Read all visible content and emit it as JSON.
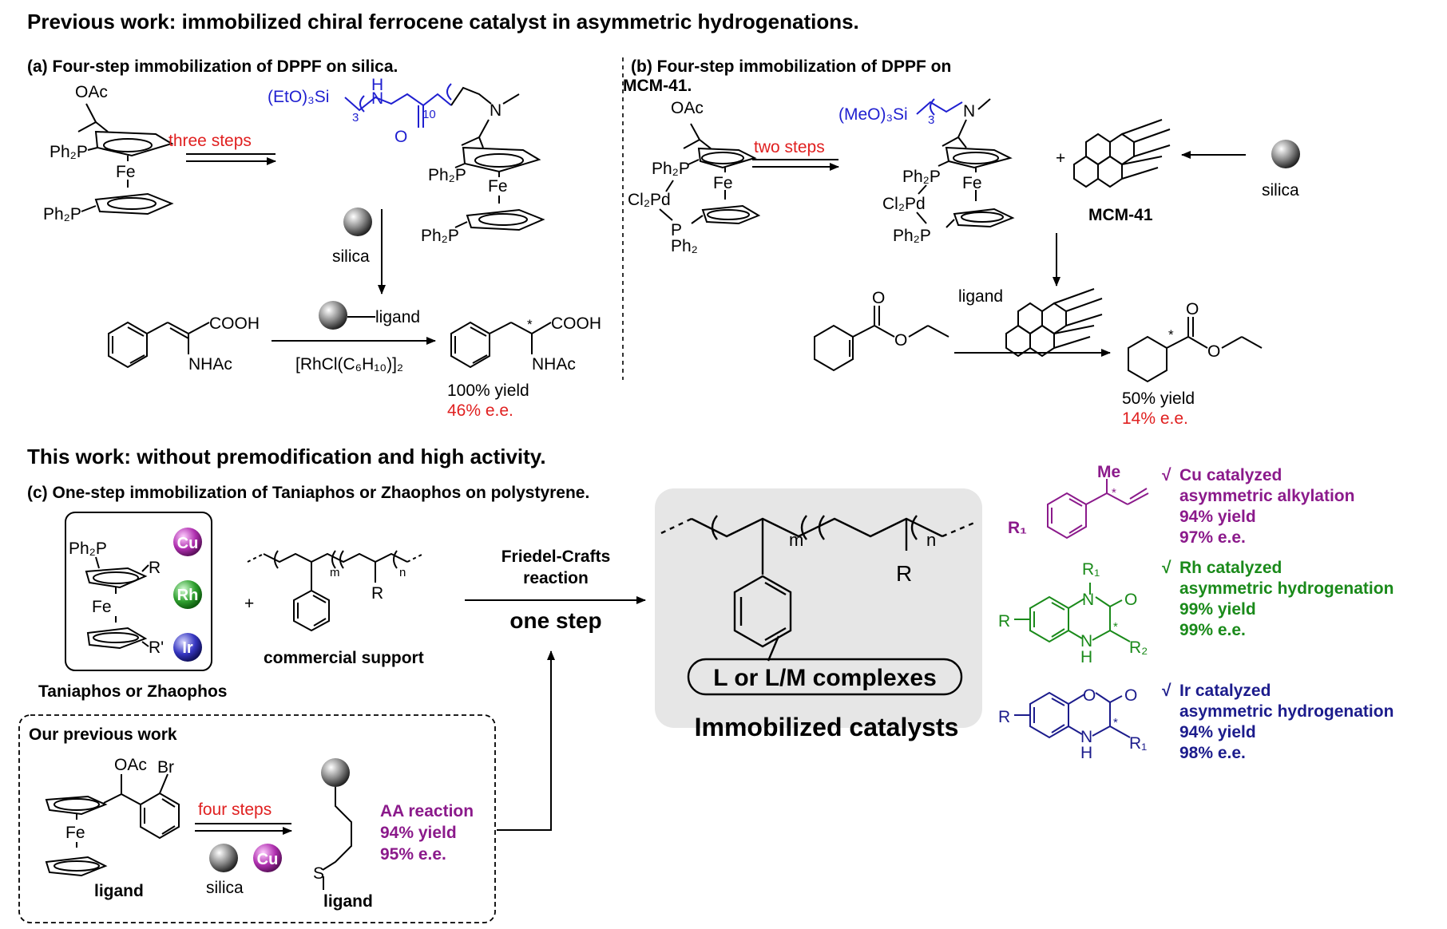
{
  "headings": {
    "previous": "Previous work: immobilized chiral ferrocene catalyst in asymmetric hydrogenations.",
    "this_work": "This work: without premodification and high activity."
  },
  "panel_a": {
    "title": "(a) Four-step immobilization of DPPF on silica.",
    "oac": "OAc",
    "ph2p_1": "Ph₂P",
    "fe_1": "Fe",
    "ph2p_2": "Ph₂P",
    "arrow1": "three steps",
    "linker": "(EtO)₃Si",
    "linker_n": "3",
    "nh": "H",
    "n_amide": "N",
    "o_amide": "O",
    "chain_n": "10",
    "n_amine": "N",
    "ph2p_3": "Ph₂P",
    "fe_2": "Fe",
    "ph2p_4": "Ph₂P",
    "silica": "silica",
    "ligand_tag": "ligand",
    "sm_cooh": "COOH",
    "sm_nhac": "NHAc",
    "catalyst": "[RhCl(C₆H₁₀)]₂",
    "pr_cooh": "COOH",
    "pr_nhac": "NHAc",
    "yield": "100% yield",
    "ee": "46% e.e."
  },
  "panel_b": {
    "title_line1": "(b) Four-step immobilization of DPPF on",
    "title_line2": "MCM-41.",
    "oac": "OAc",
    "ph2p_1": "Ph₂P",
    "cl2pd_1": "Cl₂Pd",
    "fe_1": "Fe",
    "p_1": "P",
    "ph2_1": "Ph₂",
    "arrow1": "two steps",
    "linker": "(MeO)₃Si",
    "linker_n": "3",
    "n_amine": "N",
    "ph2p_2": "Ph₂P",
    "fe_2": "Fe",
    "cl2pd_2": "Cl₂Pd",
    "ph2p_3": "Ph₂P",
    "plus": "+",
    "mcm": "MCM-41",
    "silica": "silica",
    "ligand_tag": "ligand",
    "yield": "50% yield",
    "ee": "14% e.e."
  },
  "panel_c": {
    "title": "(c) One-step immobilization of Taniaphos or Zhaophos on polystyrene.",
    "ph2p": "Ph₂P",
    "r": "R",
    "fe": "Fe",
    "r_prime": "R'",
    "metal_cu": "Cu",
    "metal_rh": "Rh",
    "metal_ir": "Ir",
    "ligand_names": "Taniaphos or Zhaophos",
    "plus": "+",
    "poly_m": "m",
    "poly_n": "n",
    "poly_r": "R",
    "support": "commercial support",
    "reaction1": "Friedel-Crafts",
    "reaction2": "reaction",
    "one_step": "one step",
    "box_m": "m",
    "box_n": "n",
    "box_r": "R",
    "complexes": "L or L/M complexes",
    "immobilized": "Immobilized catalysts"
  },
  "previous_box": {
    "title": "Our previous work",
    "oac": "OAc",
    "br": "Br",
    "fe": "Fe",
    "ligand": "ligand",
    "arrow": "four steps",
    "silica": "silica",
    "cu": "Cu",
    "s": "S",
    "ligand2": "ligand",
    "reaction": "AA reaction",
    "yield": "94% yield",
    "ee": "95% e.e."
  },
  "results": [
    {
      "check": "√",
      "line1": "Cu catalyzed",
      "line2": "asymmetric alkylation",
      "yield": "94% yield",
      "ee": "97% e.e."
    },
    {
      "check": "√",
      "line1": "Rh catalyzed",
      "line2": "asymmetric hydrogenation",
      "yield": "99% yield",
      "ee": "99% e.e."
    },
    {
      "check": "√",
      "line1": "Ir catalyzed",
      "line2": "asymmetric hydrogenation",
      "yield": "94% yield",
      "ee": "98% e.e."
    }
  ],
  "product_cu": {
    "me": "Me",
    "r1": "R₁",
    "star": "*"
  },
  "product_rh": {
    "r1": "R₁",
    "n": "N",
    "o": "O",
    "r": "R",
    "nh_n": "N",
    "nh_h": "H",
    "r2": "R₂",
    "star": "*"
  },
  "product_ir": {
    "o_ring": "O",
    "o": "O",
    "r": "R",
    "nh_n": "N",
    "nh_h": "H",
    "r1": "R₁",
    "star": "*"
  },
  "colors": {
    "red": "#e02020",
    "blue": "#1f1fd0",
    "purple": "#8b1a8b",
    "green": "#1a8a1a",
    "navy": "#1c1c8c",
    "grey_box": "#e6e6e6"
  }
}
